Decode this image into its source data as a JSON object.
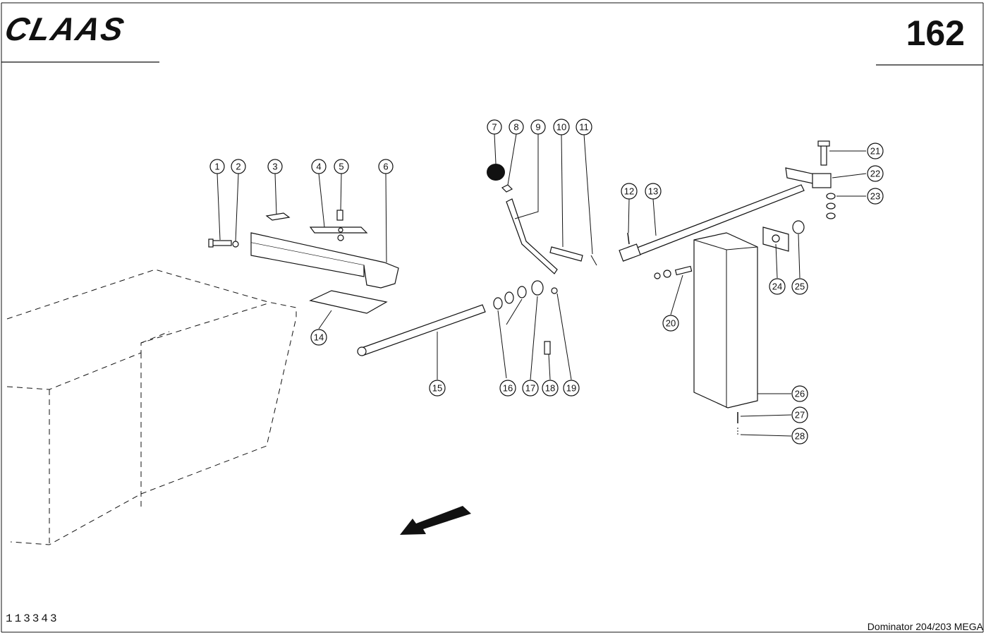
{
  "brand": {
    "logo_text": "CLAAS"
  },
  "page": {
    "number": "162"
  },
  "footer": {
    "drawing_number": "113343",
    "model": "Dominator 204/203 MEGA"
  },
  "callouts": [
    "1",
    "2",
    "3",
    "4",
    "5",
    "6",
    "7",
    "8",
    "9",
    "10",
    "11",
    "12",
    "13",
    "14",
    "15",
    "16",
    "17",
    "18",
    "19",
    "20",
    "21",
    "22",
    "23",
    "24",
    "25",
    "26",
    "27",
    "28"
  ]
}
